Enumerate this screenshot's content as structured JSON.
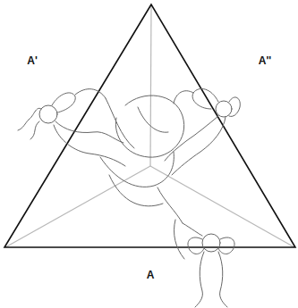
{
  "diagram": {
    "labels": [
      "A'",
      "A''",
      "A"
    ]
  }
}
